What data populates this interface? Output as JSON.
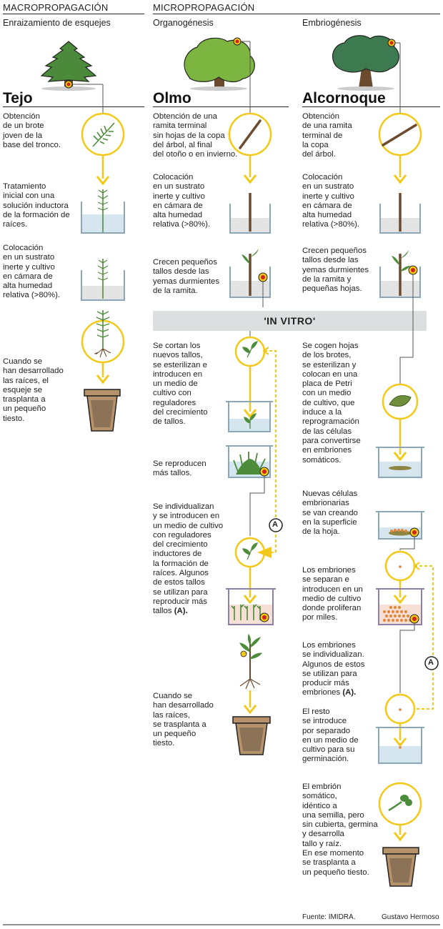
{
  "header": {
    "macro": "MACROPROPAGACIÓN",
    "micro": "MICROPROPAGACIÓN",
    "sub_macro": "Enraizamiento de esquejes",
    "sub_organo": "Organogénesis",
    "sub_embrio": "Embriogénesis"
  },
  "species": {
    "tejo": "Tejo",
    "olmo": "Olmo",
    "alcornoque": "Alcornoque"
  },
  "tejo_steps": [
    "Obtención\nde un brote\njoven de la\nbase del tronco.",
    "Tratamiento\ninicial con una\nsolución inductora\nde la formación de\nraíces.",
    "Colocación\nen un sustrato\ninerte y cultivo\nen cámara de\nalta humedad\nrelativa (>80%).",
    "Cuando se\nhan desarrollado\nlas raíces, el\nesqueje se\ntrasplanta a\nun pequeño\ntiesto."
  ],
  "olmo_steps": [
    "Obtención de una\nramita terminal\nsin hojas de la copa\ndel árbol, al final\ndel otoño o en invierno.",
    "Colocación\nen un sustrato\ninerte y cultivo\nen cámara de\nalta humedad\nrelativa (>80%).",
    "Crecen pequeños\ntallos desde las\nyemas durmientes\nde la ramita.",
    "Se cortan los\nnuevos tallos,\nse esterilizan e\nintroducen en\nun medio de\ncultivo con\nreguladores\ndel crecimiento\nde tallos.",
    "Se reproducen\nmás tallos.",
    "Se individualizan\ny se introducen en\nun medio de cultivo\ncon reguladores\ndel crecimiento\ninductores de\nla formación de\nraíces. Algunos\nde estos tallos\nse utilizan para\nreproducir más\ntallos",
    "Cuando se\nhan desarrollado\nlas raíces,\nse trasplanta a\nun pequeño\ntiesto."
  ],
  "alcornoque_steps": [
    "Obtención\nde una ramita\nterminal de\nla copa\ndel árbol.",
    "Colocación\nen un sustrato\ninerte y cultivo\nen cámara de\nalta humedad\nrelativa (>80%).",
    "Crecen pequeños\ntallos desde las\nyemas durmientes\nde la ramita y\npequeñas hojas.",
    "Se cogen hojas\nde los brotes,\nse esterilizan y\ncolocan en una\nplaca de Petri\ncon un medio\nde cultivo, que\ninduce a la\nreprogramación\nde las células\npara convertirse\nen embriones\nsomáticos.",
    "Nuevas células\nembrionarias\nse van creando\nen la superficie\nde la hoja.",
    "Los embriones\nse separan e\nintroducen en un\nmedio de cultivo\ndonde proliferan\npor miles.",
    "Los embriones\nse individualizan.\nAlgunos de estos\nse utilizan para\nproducir más\nembriones",
    "El resto\nse introduce\npor separado\nen un medio de\ncultivo para su\ngerminación.",
    "El embrión\nsomático,\nidéntico a\nuna semilla, pero\nsin cubierta, germina\ny desarrolla\ntallo y raíz.\nEn ese momento\nse trasplanta a\nun pequeño tiesto."
  ],
  "ref_bold": "(A).",
  "ref_label": "A",
  "in_vitro": "'IN VITRO'",
  "footer": {
    "source": "Fuente: IMIDRA.",
    "author": "Gustavo Hermoso"
  },
  "colors": {
    "yellow": "#f2c919",
    "dot_red": "#d0241b",
    "tejo_tree": "#4a8a3a",
    "olmo_tree": "#7cb640",
    "alcornoque_tree": "#3d7a50",
    "trunk": "#6b4a2e",
    "band": "#dcdfe0",
    "glass": "#8aa6b8",
    "liquid": "#d6e6ee",
    "pot": "#b5926a",
    "soil": "#8c7257"
  }
}
